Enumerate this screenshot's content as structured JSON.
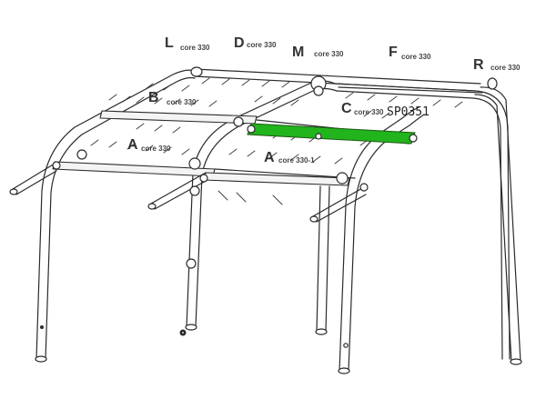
{
  "labels": [
    {
      "id": "L",
      "letter": "L",
      "sub": "core 330"
    },
    {
      "id": "D",
      "letter": "D",
      "sub": "core 330"
    },
    {
      "id": "M",
      "letter": "M",
      "sub": "core 330"
    },
    {
      "id": "F",
      "letter": "F",
      "sub": "core 330"
    },
    {
      "id": "R",
      "letter": "R",
      "sub": "core 330"
    },
    {
      "id": "B",
      "letter": "B",
      "sub": "core 330"
    },
    {
      "id": "C",
      "letter": "C",
      "sub": "core 330"
    },
    {
      "id": "A1",
      "letter": "A",
      "sub": "core 330"
    },
    {
      "id": "A2",
      "letter": "A",
      "sub": "core 330-1"
    }
  ],
  "highlight": {
    "part_number": "SP0351",
    "color": "#22b41d"
  }
}
